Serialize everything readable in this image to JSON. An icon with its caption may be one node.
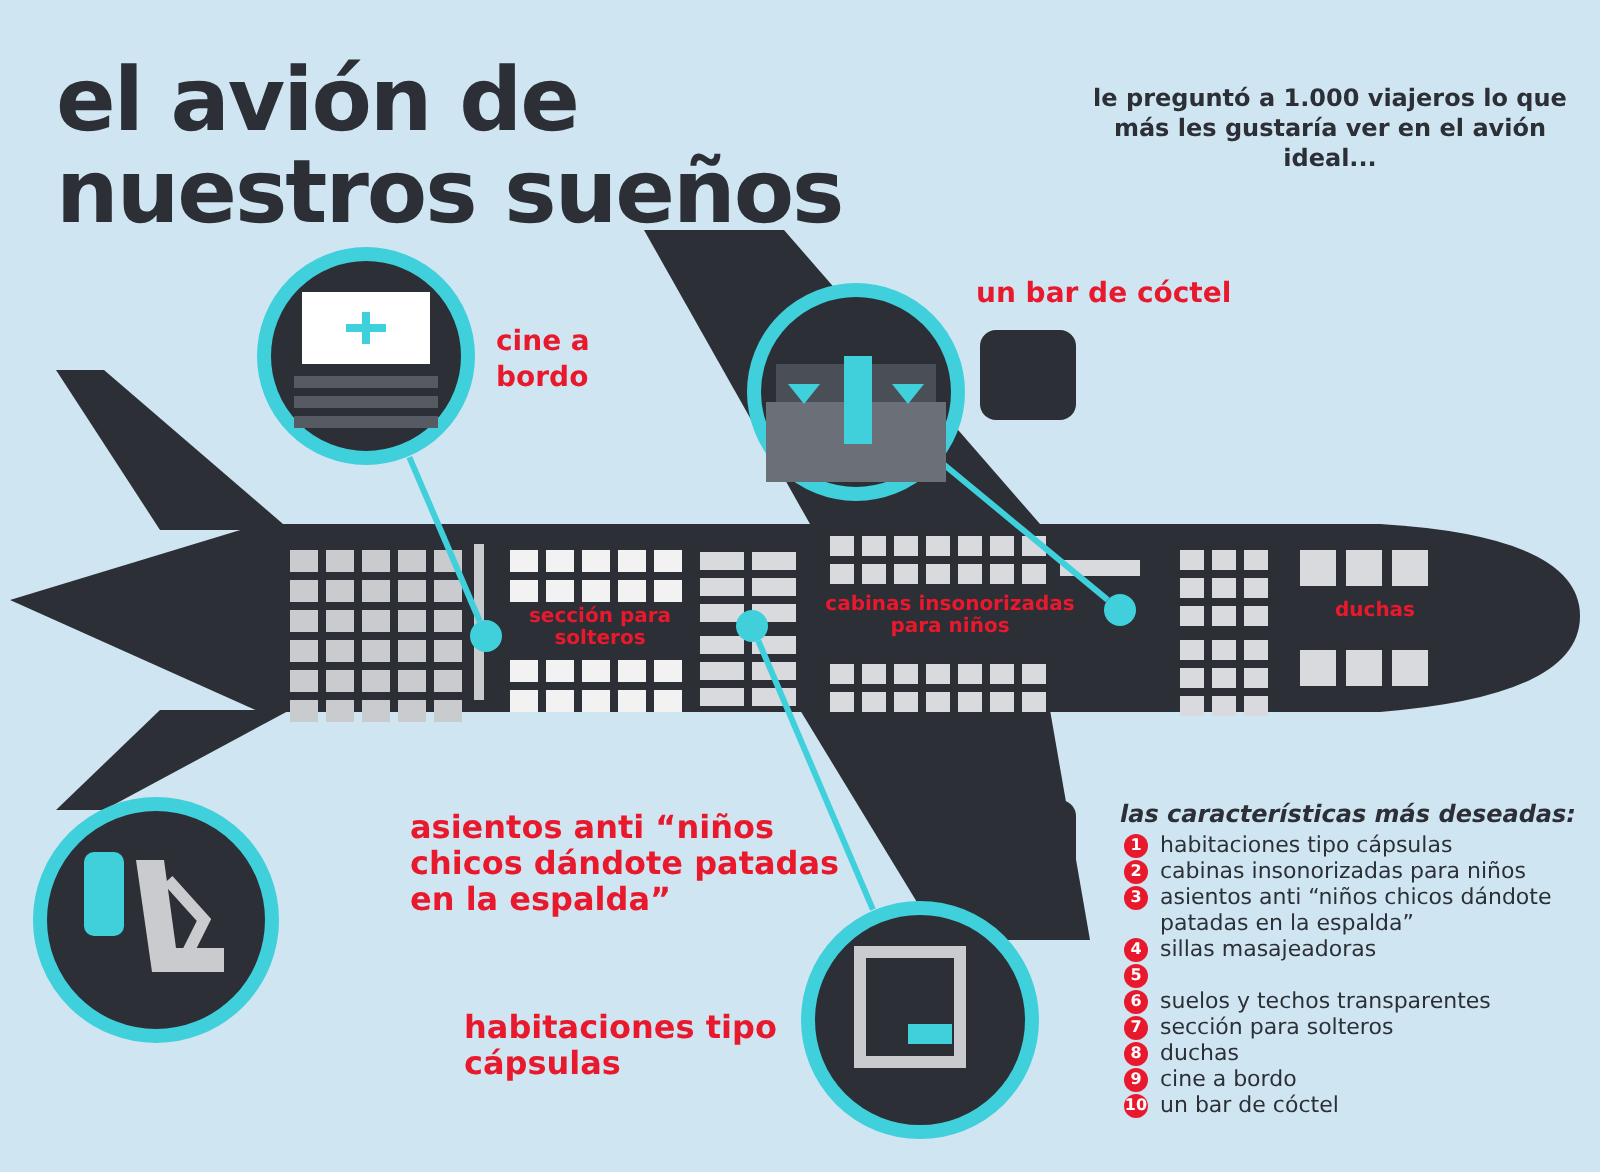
{
  "diagram": {
    "title": "el avión de nuestros sueños",
    "nodes": [
      {
        "text": [],
        "shape": "picture"
      },
      {
        "text": [],
        "shape": "picture"
      },
      {
        "text": [],
        "shape": "picture"
      },
      {
        "text": [],
        "shape": "picture"
      },
      {
        "text": [],
        "shape": "circle"
      },
      {
        "text": [],
        "shape": "circle"
      },
      {
        "text": [],
        "shape": "circle"
      }
    ],
    "edges": [
      {
        "from": 0,
        "to": 4,
        "arrow": "none"
      },
      {
        "from": 1,
        "to": 6,
        "arrow": "none"
      },
      {
        "from": 3,
        "to": 5,
        "arrow": "none"
      }
    ],
    "labels": [
      "le preguntó a 1.000 viajeros lo que más les gustaría ver en el avión ideal...",
      "un bar de cóctel",
      "cine a bordo",
      "sección para solteros",
      "cabinas insonorizadas para niños",
      "duchas",
      "asientos anti “niños chicos dándote patadas en la espalda”",
      "las características más deseadas:",
      "habitaciones tipo cápsulas",
      "1",
      "habitaciones tipo cápsulas",
      "2",
      "cabinas insonorizadas para niños",
      "3",
      "asientos anti “niños chicos dándote patadas en la espalda”",
      "4",
      "sillas masajeadoras",
      "5",
      "6",
      "suelos y techos transparentes",
      "7",
      "sección para solteros",
      "8",
      "duchas",
      "9",
      "cine a bordo",
      "10",
      "un bar de cóctel"
    ]
  }
}
